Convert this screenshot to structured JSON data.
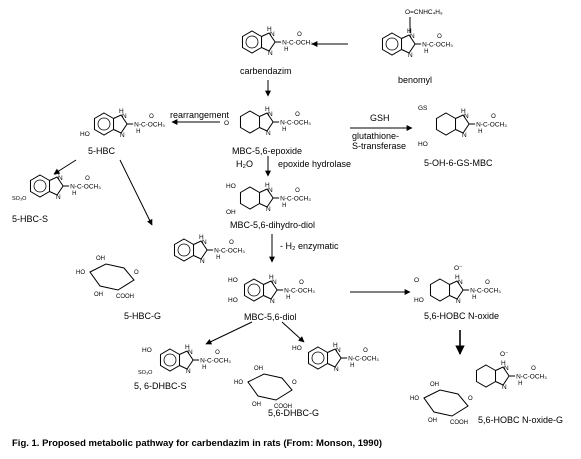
{
  "figure": {
    "caption": "Fig. 1.  Proposed metabolic pathway for carbendazim in rats  (From:  Monson, 1990)"
  },
  "compounds": {
    "benomyl": "benomyl",
    "carbendazim": "carbendazim",
    "epoxide": "MBC-5,6-epoxide",
    "hbc": "5-HBC",
    "hbc_s": "5-HBC-S",
    "hbc_g": "5-HBC-G",
    "gs_mbc": "5-OH-6-GS-MBC",
    "dihydrodiol": "MBC-5,6-dihydro-diol",
    "diol": "MBC-5,6-diol",
    "dhbc_s": "5, 6-DHBC-S",
    "dhbc_g": "5,6-DHBC-G",
    "hobc_noxide": "5,6-HOBC N-oxide",
    "hobc_noxide_g": "5,6-HOBC N-oxide-G"
  },
  "reactions": {
    "rearrangement": "rearrangement",
    "gsh": "GSH",
    "gst_line1": "glutathione-",
    "gst_line2": "S-transferase",
    "water": "H₂O",
    "epoxide_hydrolase": "epoxide hydrolase",
    "h2_enzymatic": "- H₂ enzymatic"
  },
  "fragments": {
    "benomyl_side": "O=CNHC₄H₉",
    "carbamate": "N-C-OCH₃",
    "carbamate_o": "O",
    "carbamate_h": "H",
    "nh": "H",
    "n": "N",
    "ho": "HO",
    "oh": "OH",
    "o": "O",
    "gs": "GS",
    "so3": "SO₃O",
    "cooh": "COOH",
    "nplus": "N⁺",
    "ominus": "O⁻"
  }
}
